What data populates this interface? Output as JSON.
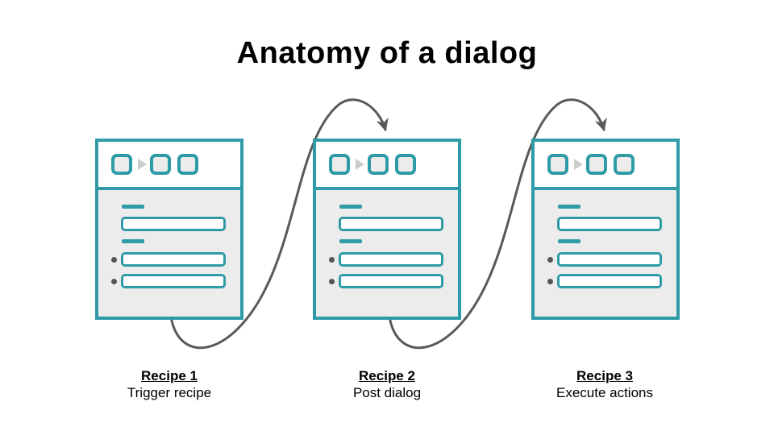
{
  "slide": {
    "title": "Anatomy of a dialog"
  },
  "cards": [
    {
      "label": "Recipe 1",
      "description": "Trigger recipe"
    },
    {
      "label": "Recipe 2",
      "description": "Post dialog"
    },
    {
      "label": "Recipe 3",
      "description": "Execute actions"
    }
  ],
  "connectors": [
    {
      "from": "Recipe 1",
      "to": "Recipe 2",
      "style": "curved-arrow"
    },
    {
      "from": "Recipe 2",
      "to": "Recipe 3",
      "style": "curved-arrow"
    }
  ],
  "colors": {
    "accent_teal": "#2E9BA7",
    "panel_fill": "#ECECEC",
    "window_fill": "#FFFFFF",
    "arrow": "#595959",
    "chevron": "#C9CDCC",
    "text": "#000000"
  },
  "icons": {
    "header_square": "rounded-square-icon",
    "header_separator": "chevron-right-icon",
    "list_marker": "bullet-dot-icon",
    "connector": "curved-arrow-icon"
  }
}
